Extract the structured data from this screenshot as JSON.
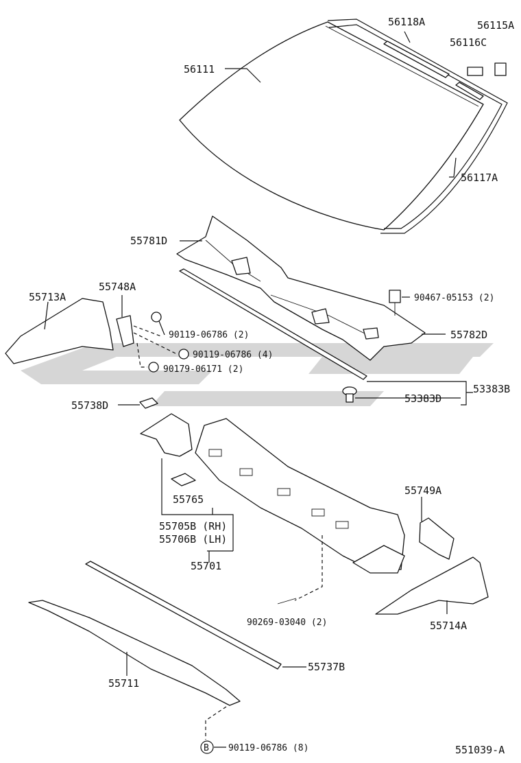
{
  "diagram": {
    "watermark_text": "",
    "figure_id": "551039-A",
    "labels": {
      "p56118A": "56118A",
      "p56115A": "56115A",
      "p56116C": "56116C",
      "p56111": "56111",
      "p56117A": "56117A",
      "p55781D": "55781D",
      "p90467": "90467-05153 (2)",
      "p55713A": "55713A",
      "p55748A": "55748A",
      "p90119a": "90119-06786 (2)",
      "p90119b": "90119-06786 (4)",
      "p90179": "90179-06171 (2)",
      "p55782D": "55782D",
      "p53383B": "53383B",
      "p53383D": "53383D",
      "p55738D": "55738D",
      "p55765": "55765",
      "p55705B": "55705B (RH)",
      "p55706B": "55706B (LH)",
      "p55701": "55701",
      "p55749A": "55749A",
      "p55714A": "55714A",
      "p90269": "90269-03040 (2)",
      "p55737B": "55737B",
      "p55711": "55711",
      "p90119c": "90119-06786 (8)",
      "circleB": "B"
    }
  }
}
